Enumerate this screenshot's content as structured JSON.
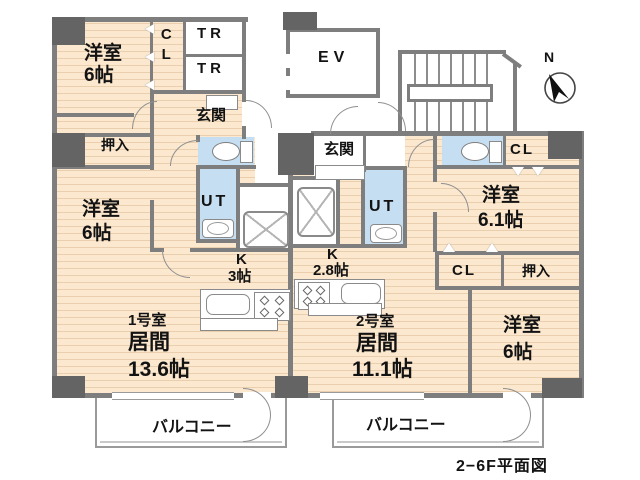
{
  "colors": {
    "wall": "#7e7e7e",
    "pillar": "#646464",
    "floor": "#fbe8cf",
    "floor_stripe": "#e9cfae",
    "wet_area": "#c5def1",
    "door_arc": "#8f8f8f"
  },
  "common_area": {
    "elevator": "EV",
    "trunk_rooms": [
      "TR",
      "TR"
    ],
    "compass_north": "N",
    "caption": "2−6F平面図"
  },
  "unit1": {
    "unit_number": "1号室",
    "entrance": "玄関",
    "closet": "CL",
    "storage": "押入",
    "utility": "UT",
    "bedroom_upper": {
      "name": "洋室",
      "size": "6帖"
    },
    "bedroom_lower": {
      "name": "洋室",
      "size": "6帖"
    },
    "kitchen": {
      "name": "K",
      "size": "3帖"
    },
    "living": {
      "name": "居間",
      "size": "13.6帖"
    },
    "balcony": "バルコニー"
  },
  "unit2": {
    "unit_number": "2号室",
    "entrance": "玄関",
    "utility": "UT",
    "kitchen": {
      "name": "K",
      "size": "2.8帖"
    },
    "living": {
      "name": "居間",
      "size": "11.1帖"
    },
    "closet_upper": "CL",
    "closet_lower": "CL",
    "storage": "押入",
    "bedroom_east": {
      "name": "洋室",
      "size": "6.1帖"
    },
    "bedroom_south": {
      "name": "洋室",
      "size": "6帖"
    },
    "balcony": "バルコニー"
  }
}
